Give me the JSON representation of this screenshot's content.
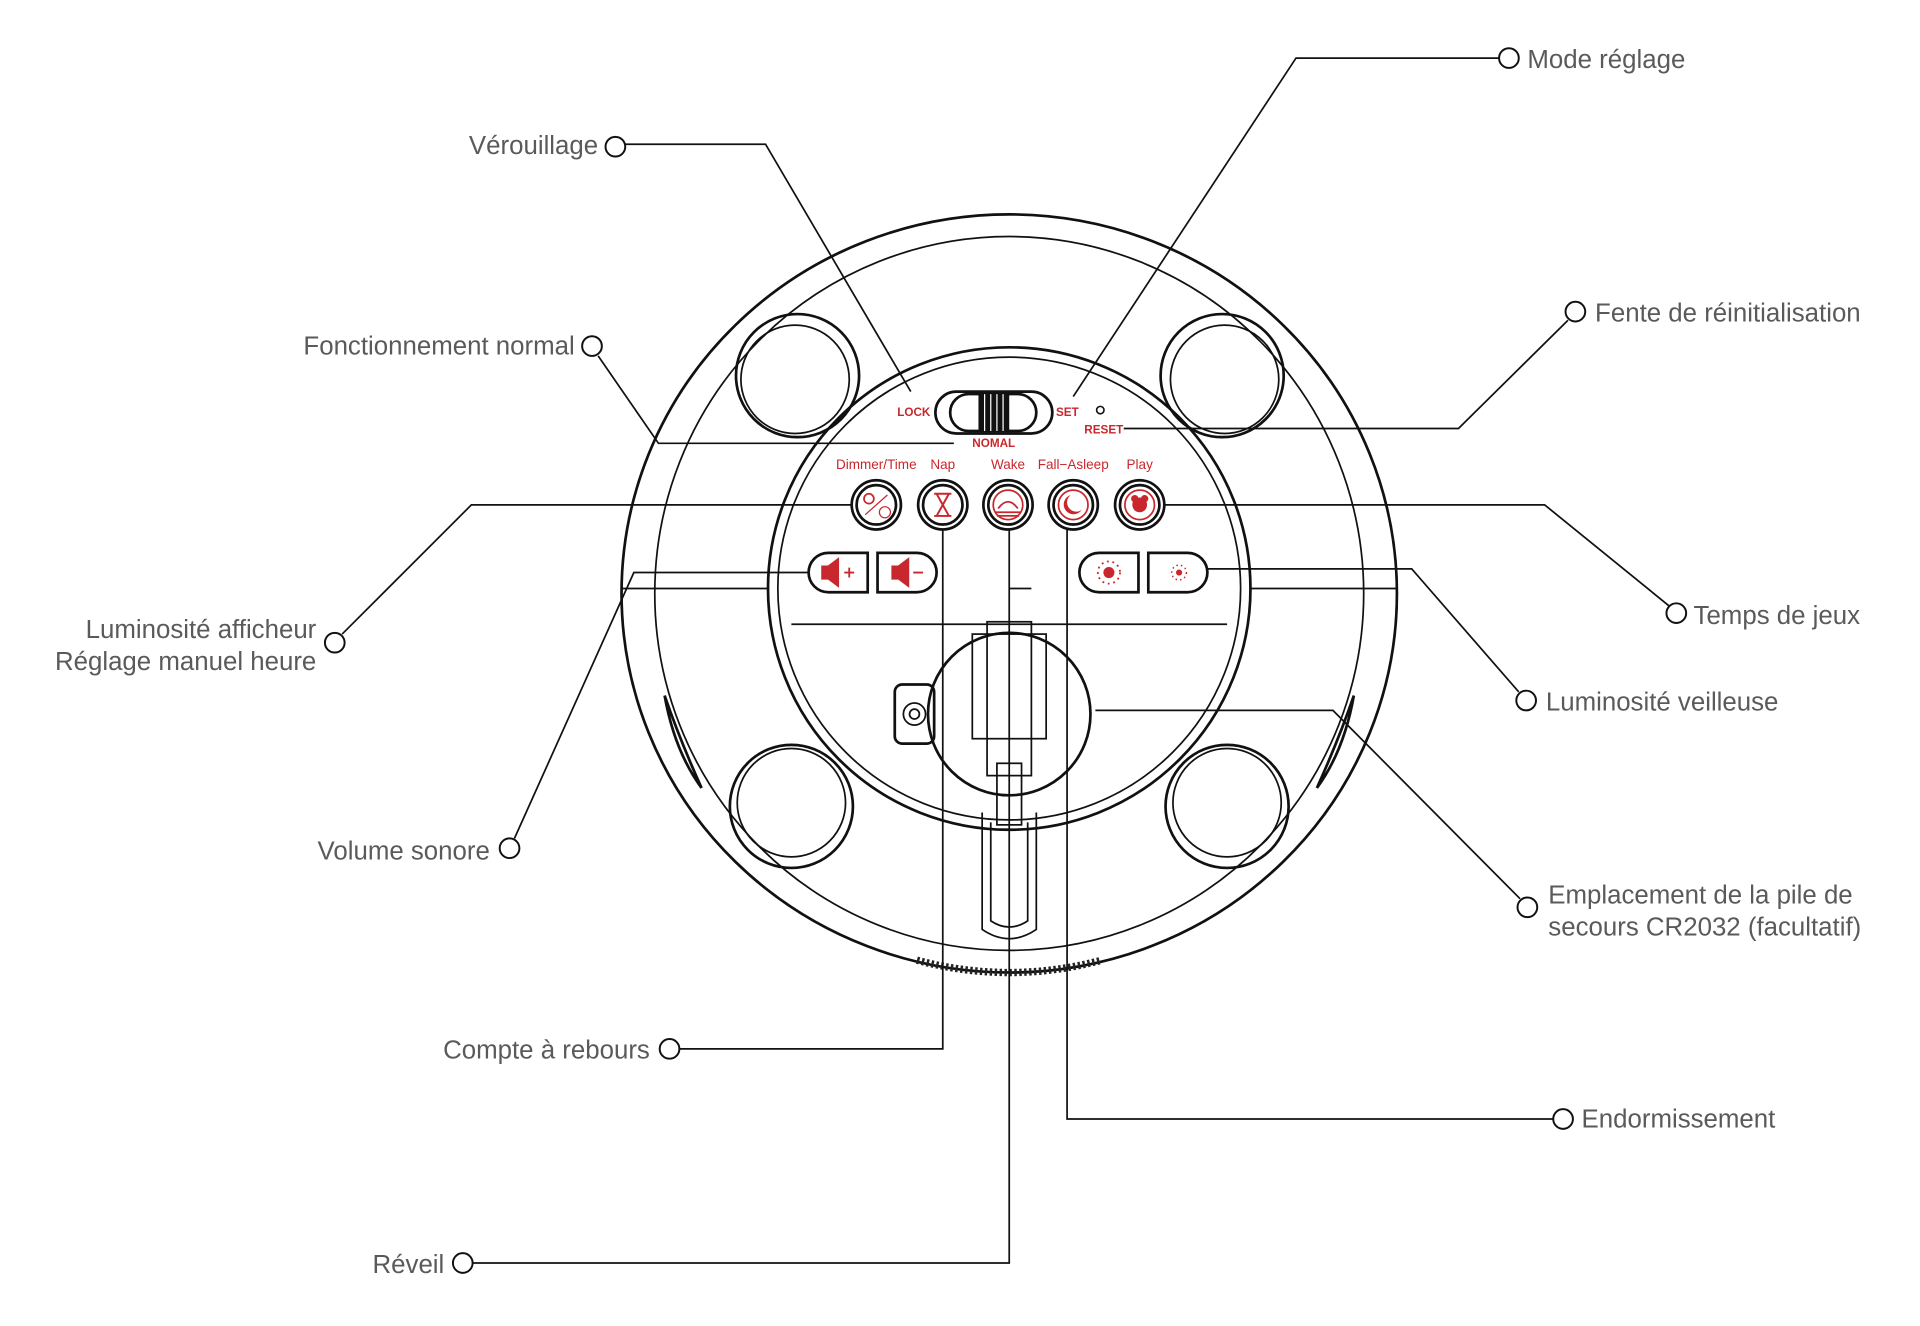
{
  "title": "Plan des commandes du réveil",
  "colors": {
    "accent": "#c8282d",
    "label": "#5a5a5a",
    "line": "#111111"
  },
  "device": {
    "switch": {
      "lock": "LOCK",
      "set": "SET",
      "normal": "NOMAL",
      "reset": "RESET"
    },
    "buttons": [
      "Dimmer/Time",
      "Nap",
      "Wake",
      "Fall−Asleep",
      "Play"
    ]
  },
  "callouts": {
    "verrouillage": "Vérouillage",
    "mode_reglage": "Mode réglage",
    "fonctionnement_normal": "Fonctionnement normal",
    "fente_reinit": "Fente de réinitialisation",
    "luminosite_afficheur_1": "Luminosité afficheur",
    "luminosite_afficheur_2": "Réglage manuel heure",
    "temps_de_jeux": "Temps de jeux",
    "volume_sonore": "Volume sonore",
    "luminosite_veilleuse": "Luminosité veilleuse",
    "pile_1": "Emplacement de la pile de",
    "pile_2": "secours CR2032 (facultatif)",
    "compte_a_rebours": "Compte à rebours",
    "endormissement": "Endormissement",
    "reveil": "Réveil"
  }
}
